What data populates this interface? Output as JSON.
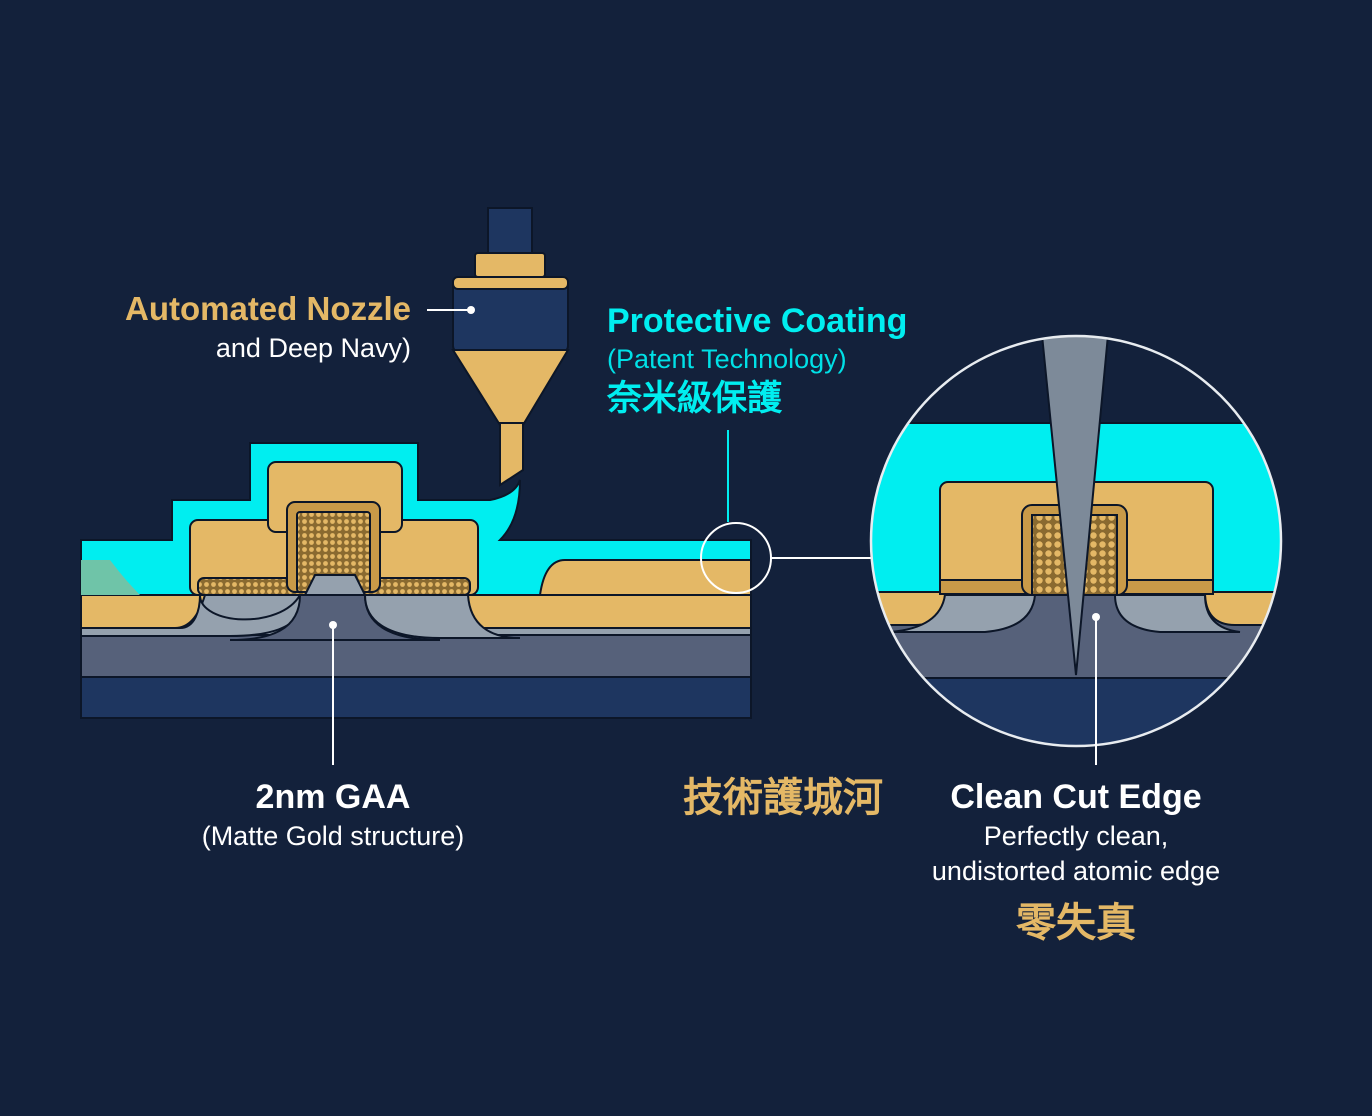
{
  "colors": {
    "background": "#13213b",
    "gold": "#e4b866",
    "cyan": "#00eef0",
    "navy": "#1e3660",
    "grey": "#5a6577",
    "light_grey": "#95a1ae",
    "white": "#ffffff"
  },
  "labels": {
    "nozzle": {
      "title": "Automated Nozzle",
      "subtitle": "and Deep Navy)"
    },
    "coating": {
      "title": "Protective Coating",
      "subtitle": "(Patent Technology)",
      "cjk": "奈米級保護"
    },
    "gaa": {
      "title": "2nm GAA",
      "subtitle": "(Matte Gold structure)"
    },
    "moat": {
      "cjk": "技術護城河"
    },
    "cut": {
      "title": "Clean Cut Edge",
      "line1": "Perfectly clean,",
      "line2": "undistorted atomic edge",
      "cjk": "零失真"
    }
  }
}
